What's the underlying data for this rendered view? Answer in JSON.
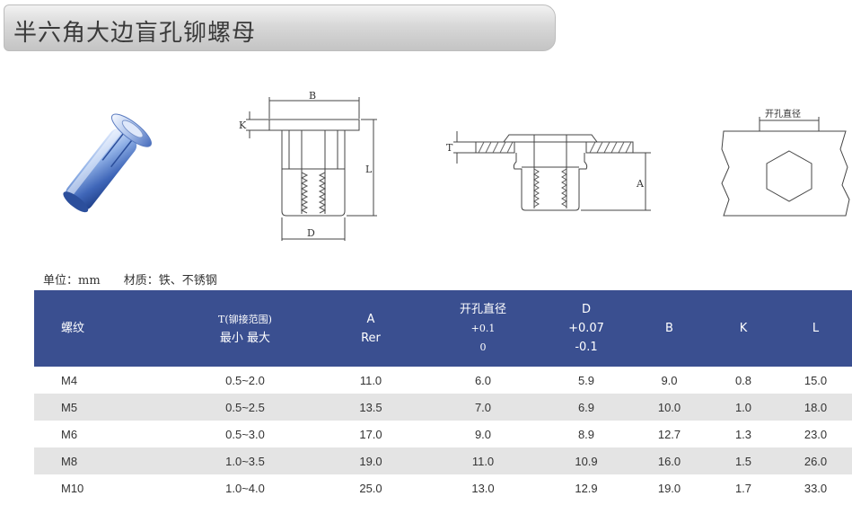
{
  "title": "半六角大边盲孔铆螺母",
  "drawing_labels": {
    "side_b": "B",
    "side_k": "K",
    "side_l": "L",
    "side_d": "D",
    "install_t": "T",
    "install_a": "A",
    "hole_label": "开孔直径"
  },
  "units": {
    "unit": "单位：mm",
    "material": "材质：铁、不锈钢"
  },
  "table": {
    "headers": {
      "thread": "螺纹",
      "t_line1": "T(铆接范围)",
      "t_line2": "最小  最大",
      "a_line1": "A",
      "a_line2": "Rer",
      "hole_line1": "开孔直径",
      "hole_line2": "+0.1",
      "hole_line3": "0",
      "d_line1": "D",
      "d_line2": "+0.07",
      "d_line3": "-0.1",
      "b": "B",
      "k": "K",
      "l": "L"
    },
    "rows": [
      {
        "thread": "M4",
        "t": "0.5~2.0",
        "a": "11.0",
        "hole": "6.0",
        "d": "5.9",
        "b": "9.0",
        "k": "0.8",
        "l": "15.0"
      },
      {
        "thread": "M5",
        "t": "0.5~2.5",
        "a": "13.5",
        "hole": "7.0",
        "d": "6.9",
        "b": "10.0",
        "k": "1.0",
        "l": "18.0"
      },
      {
        "thread": "M6",
        "t": "0.5~3.0",
        "a": "17.0",
        "hole": "9.0",
        "d": "8.9",
        "b": "12.7",
        "k": "1.3",
        "l": "23.0"
      },
      {
        "thread": "M8",
        "t": "1.0~3.5",
        "a": "19.0",
        "hole": "11.0",
        "d": "10.9",
        "b": "16.0",
        "k": "1.5",
        "l": "26.0"
      },
      {
        "thread": "M10",
        "t": "1.0~4.0",
        "a": "25.0",
        "hole": "13.0",
        "d": "12.9",
        "b": "19.0",
        "k": "1.7",
        "l": "33.0"
      }
    ]
  }
}
